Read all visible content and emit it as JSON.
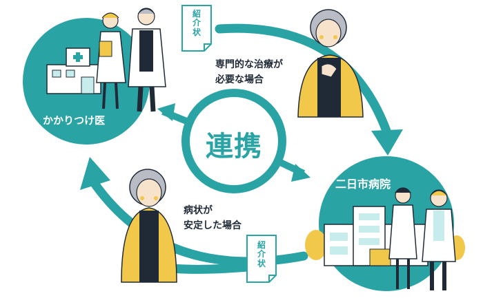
{
  "colors": {
    "teal": "#2aa3a5",
    "teal_light": "#c7ecec",
    "yellow": "#f2c84b",
    "navy": "#1f2a36",
    "skin": "#f7e2cc",
    "hair_gray": "#b9bcc4"
  },
  "nodes": {
    "left_label": "かかりつけ医",
    "right_label": "二日市病院"
  },
  "center_label": "連携",
  "captions": {
    "top_line1": "専門的な治療が",
    "top_line2": "必要な場合",
    "bottom_line1": "病状が",
    "bottom_line2": "安定した場合"
  },
  "letters": {
    "top": "紹介状",
    "bottom": "紹介状"
  },
  "icons": [
    "clinic-building-icon",
    "nurse-icon",
    "doctor-icon",
    "hospital-building-icon",
    "patient-woman-icon",
    "referral-letter-icon",
    "arrow-icon"
  ]
}
